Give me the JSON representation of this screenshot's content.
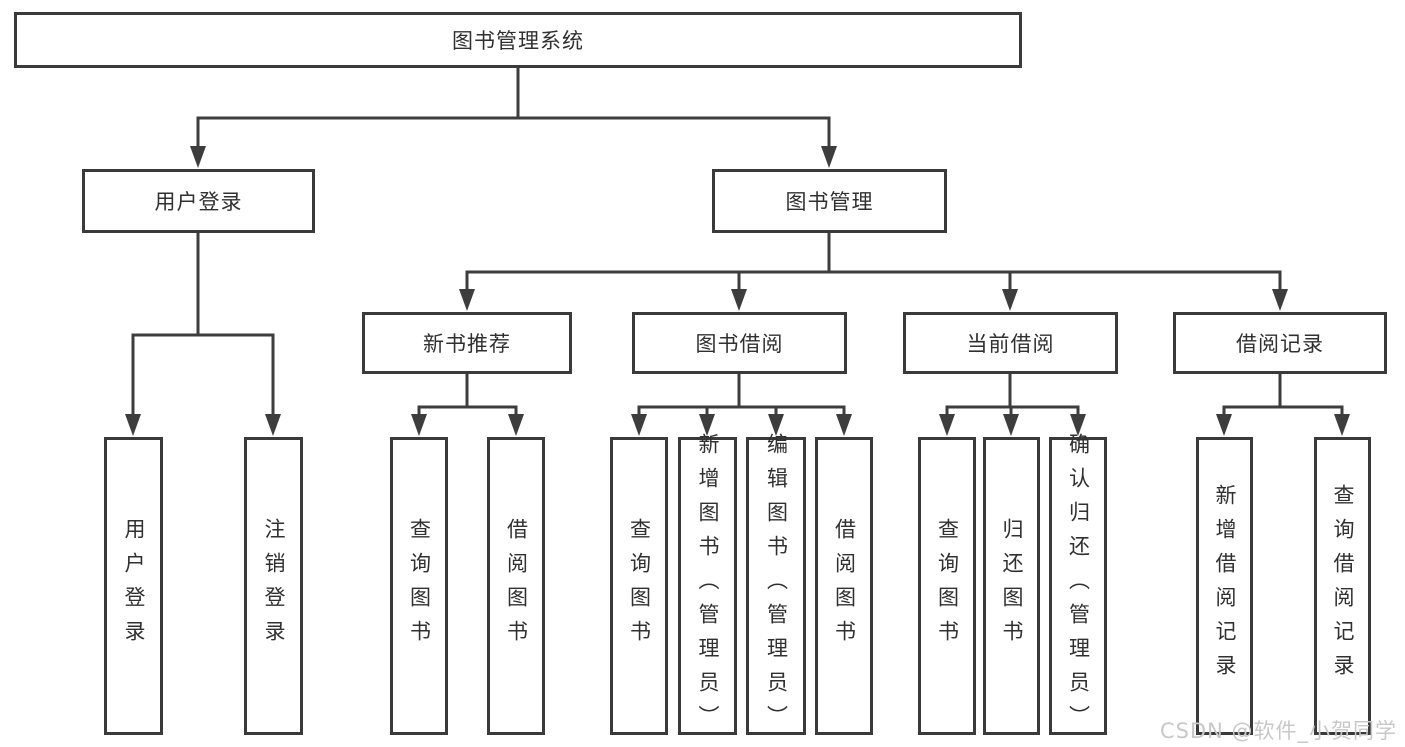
{
  "diagram": {
    "root": {
      "label": "图书管理系统"
    },
    "branches": [
      {
        "label": "用户登录",
        "children": [
          "用户登录",
          "注销登录"
        ]
      },
      {
        "label": "图书管理"
      }
    ],
    "modules": [
      {
        "label": "新书推荐",
        "children": [
          "查询图书",
          "借阅图书"
        ]
      },
      {
        "label": "图书借阅",
        "children": [
          "查询图书",
          "新增图书（管理员）",
          "编辑图书（管理员）",
          "借阅图书"
        ]
      },
      {
        "label": "当前借阅",
        "children": [
          "查询图书",
          "归还图书",
          "确认归还（管理员）"
        ]
      },
      {
        "label": "借阅记录",
        "children": [
          "新增借阅记录",
          "查询借阅记录"
        ]
      }
    ]
  },
  "watermark": "CSDN @软件_小贺同学",
  "colors": {
    "line": "#3d3d3d",
    "border": "#3a3a3a",
    "text": "#303030",
    "watermark": "#c8c8c8",
    "background": "#ffffff"
  }
}
